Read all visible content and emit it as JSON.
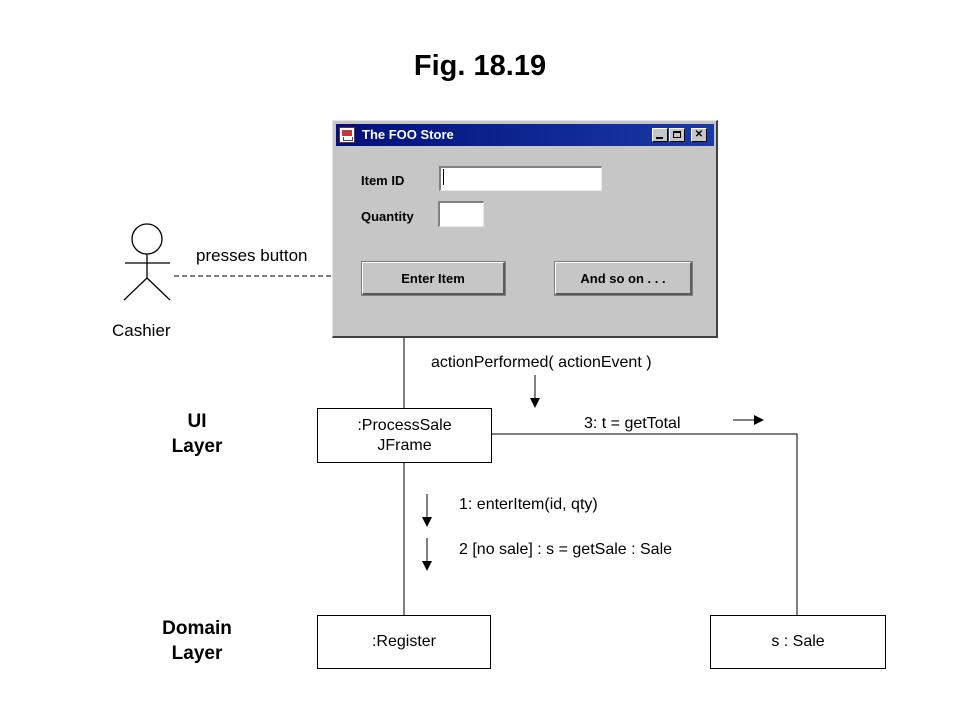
{
  "figure": {
    "title": "Fig. 18.19"
  },
  "window": {
    "title": "The FOO Store",
    "item_id_label": "Item ID",
    "item_id_value": "",
    "quantity_label": "Quantity",
    "quantity_value": "",
    "enter_item_label": "Enter Item",
    "and_so_on_label": "And so on . . ."
  },
  "actor": {
    "name": "Cashier",
    "action": "presses button"
  },
  "layers": {
    "ui_line1": "UI",
    "ui_line2": "Layer",
    "domain_line1": "Domain",
    "domain_line2": "Layer"
  },
  "objects": {
    "process_sale_line1": ":ProcessSale",
    "process_sale_line2": "JFrame",
    "register": ":Register",
    "sale": "s : Sale"
  },
  "messages": {
    "action_performed": "actionPerformed( actionEvent )",
    "get_total": "3: t = getTotal",
    "enter_item": "1: enterItem(id, qty)",
    "get_sale": "2 [no sale] :  s = getSale : Sale"
  },
  "icons": {
    "app": "java-cup-icon",
    "minimize": "minimize-icon",
    "maximize": "maximize-icon",
    "close": "close-icon"
  }
}
